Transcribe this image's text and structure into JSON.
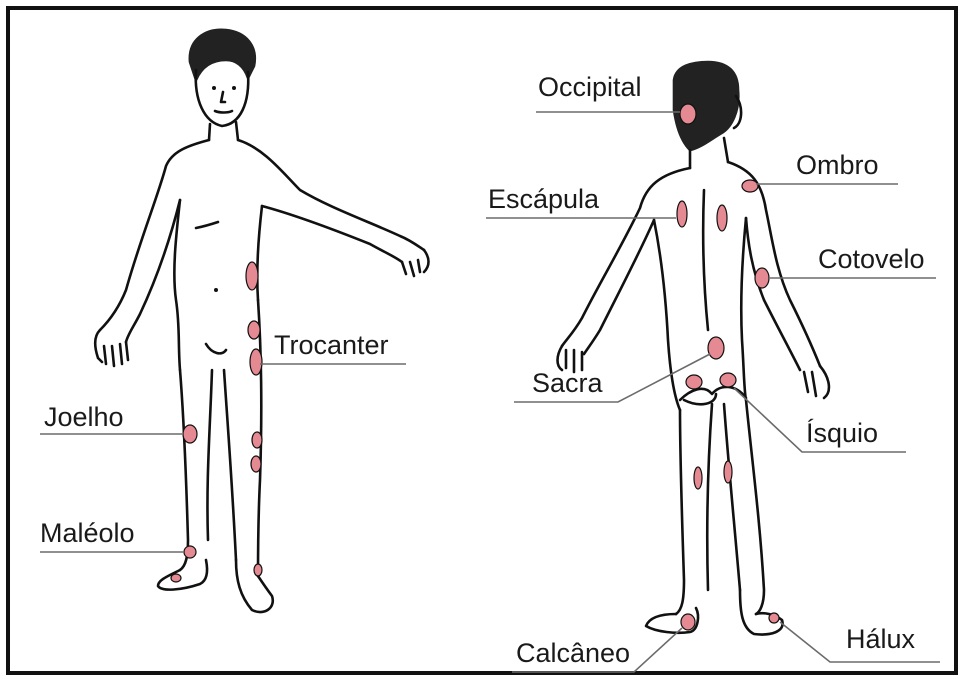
{
  "labels": {
    "trocanter": "Trocanter",
    "joelho": "Joelho",
    "maleolo": "Maléolo",
    "occipital": "Occipital",
    "ombro": "Ombro",
    "escapula": "Escápula",
    "cotovelo": "Cotovelo",
    "sacra": "Sacra",
    "isquio": "Ísquio",
    "calcaneo": "Calcâneo",
    "halux": "Hálux"
  },
  "colors": {
    "outline": "#111111",
    "pressure_point": "#e58a93",
    "leader_line": "#6b6b6b",
    "hair": "#222222"
  }
}
